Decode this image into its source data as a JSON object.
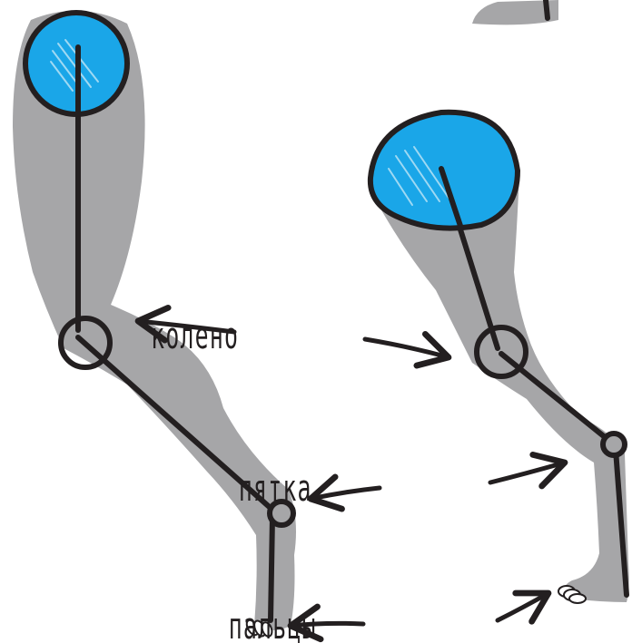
{
  "labels": {
    "knee": "колено",
    "heel": "пятка",
    "toes": "пальцы"
  },
  "colors": {
    "limb": "#a6a6a8",
    "joint_fill": "#1aa6e8",
    "outline": "#231f20",
    "background": "#ffffff"
  }
}
